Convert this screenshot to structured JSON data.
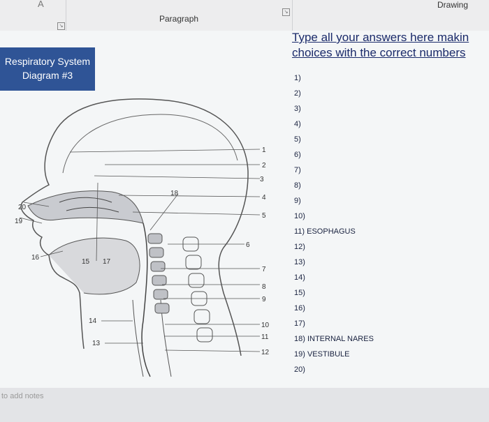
{
  "ribbon": {
    "paragraph_label": "Paragraph",
    "drawing_label": "Drawing",
    "launcher_icon": "dialog-launcher-icon",
    "font_color_glyph": "A"
  },
  "diagram_title": {
    "line1": "Respiratory System",
    "line2": "Diagram #3"
  },
  "answers_title": {
    "line1": "Type all your answers here makin",
    "line2": "choices with the correct numbers"
  },
  "answers": [
    "1)",
    "2)",
    "3)",
    "4)",
    "5)",
    "6)",
    "7)",
    "8)",
    "9)",
    "10)",
    "11) ESOPHAGUS",
    "12)",
    "13)",
    "14)",
    "15)",
    "16)",
    "17)",
    "18) INTERNAL NARES",
    "19) VESTIBULE",
    "20)"
  ],
  "diagram_labels": {
    "l1": "1",
    "l2": "2",
    "l3": "3",
    "l4": "4",
    "l5": "5",
    "l6": "6",
    "l7": "7",
    "l8": "8",
    "l9": "9",
    "l10": "10",
    "l11": "11",
    "l12": "12",
    "l13": "13",
    "l14": "14",
    "l15": "15",
    "l16": "16",
    "l17": "17",
    "l18": "18",
    "l19": "19",
    "l20": "20"
  },
  "notes_placeholder": "to add notes",
  "colors": {
    "title_box": "#2f5496",
    "answers_title": "#1a2a6a"
  }
}
